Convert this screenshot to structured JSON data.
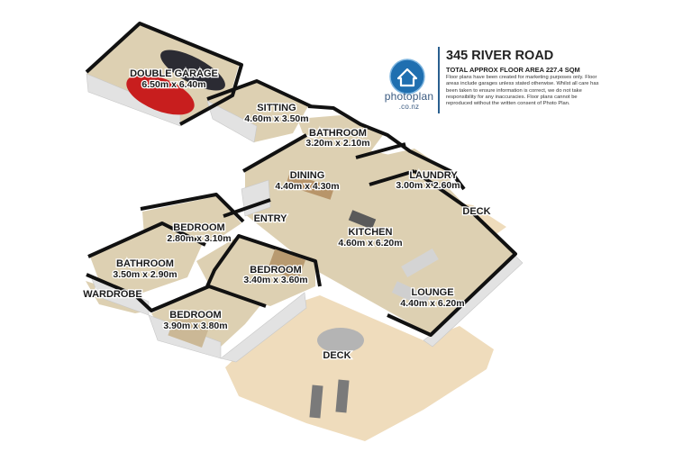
{
  "header": {
    "address": "345 RIVER ROAD",
    "area": "TOTAL APPROX FLOOR AREA 227.4 SQM",
    "disclaimer": "Floor plans have been created for marketing purposes only. Floor areas include garages unless stated otherwise. Whilst all care has been taken to ensure information is correct, we do not take responsibility for any inaccuracies. Floor plans cannot be reproduced without the written consent of Photo Plan.",
    "logo": {
      "name": "photoplan",
      "sub": ".co.nz",
      "icon": "house-circle-icon",
      "color": "#1f6fb0"
    }
  },
  "rooms": [
    {
      "name": "DOUBLE GARAGE",
      "dims": "6.50m x 6.40m"
    },
    {
      "name": "SITTING",
      "dims": "4.60m x 3.50m"
    },
    {
      "name": "BATHROOM",
      "dims": "3.20m x 2.10m"
    },
    {
      "name": "DINING",
      "dims": "4.40m x 4.30m"
    },
    {
      "name": "LAUNDRY",
      "dims": "3.00m x 2.60m"
    },
    {
      "name": "DECK",
      "dims": ""
    },
    {
      "name": "ENTRY",
      "dims": ""
    },
    {
      "name": "KITCHEN",
      "dims": "4.60m x 6.20m"
    },
    {
      "name": "BEDROOM",
      "dims": "2.80m x 3.10m"
    },
    {
      "name": "BATHROOM",
      "dims": "3.50m x 2.90m"
    },
    {
      "name": "BEDROOM",
      "dims": "3.40m x 3.60m"
    },
    {
      "name": "WARDROBE",
      "dims": ""
    },
    {
      "name": "LOUNGE",
      "dims": "4.40m x 6.20m"
    },
    {
      "name": "BEDROOM",
      "dims": "3.90m x 3.80m"
    },
    {
      "name": "DECK",
      "dims": ""
    }
  ],
  "colors": {
    "floor": "#ddd0b2",
    "deck": "#efdcbc",
    "wall_top": "#111111",
    "wall_face": "#e6e6e6"
  }
}
